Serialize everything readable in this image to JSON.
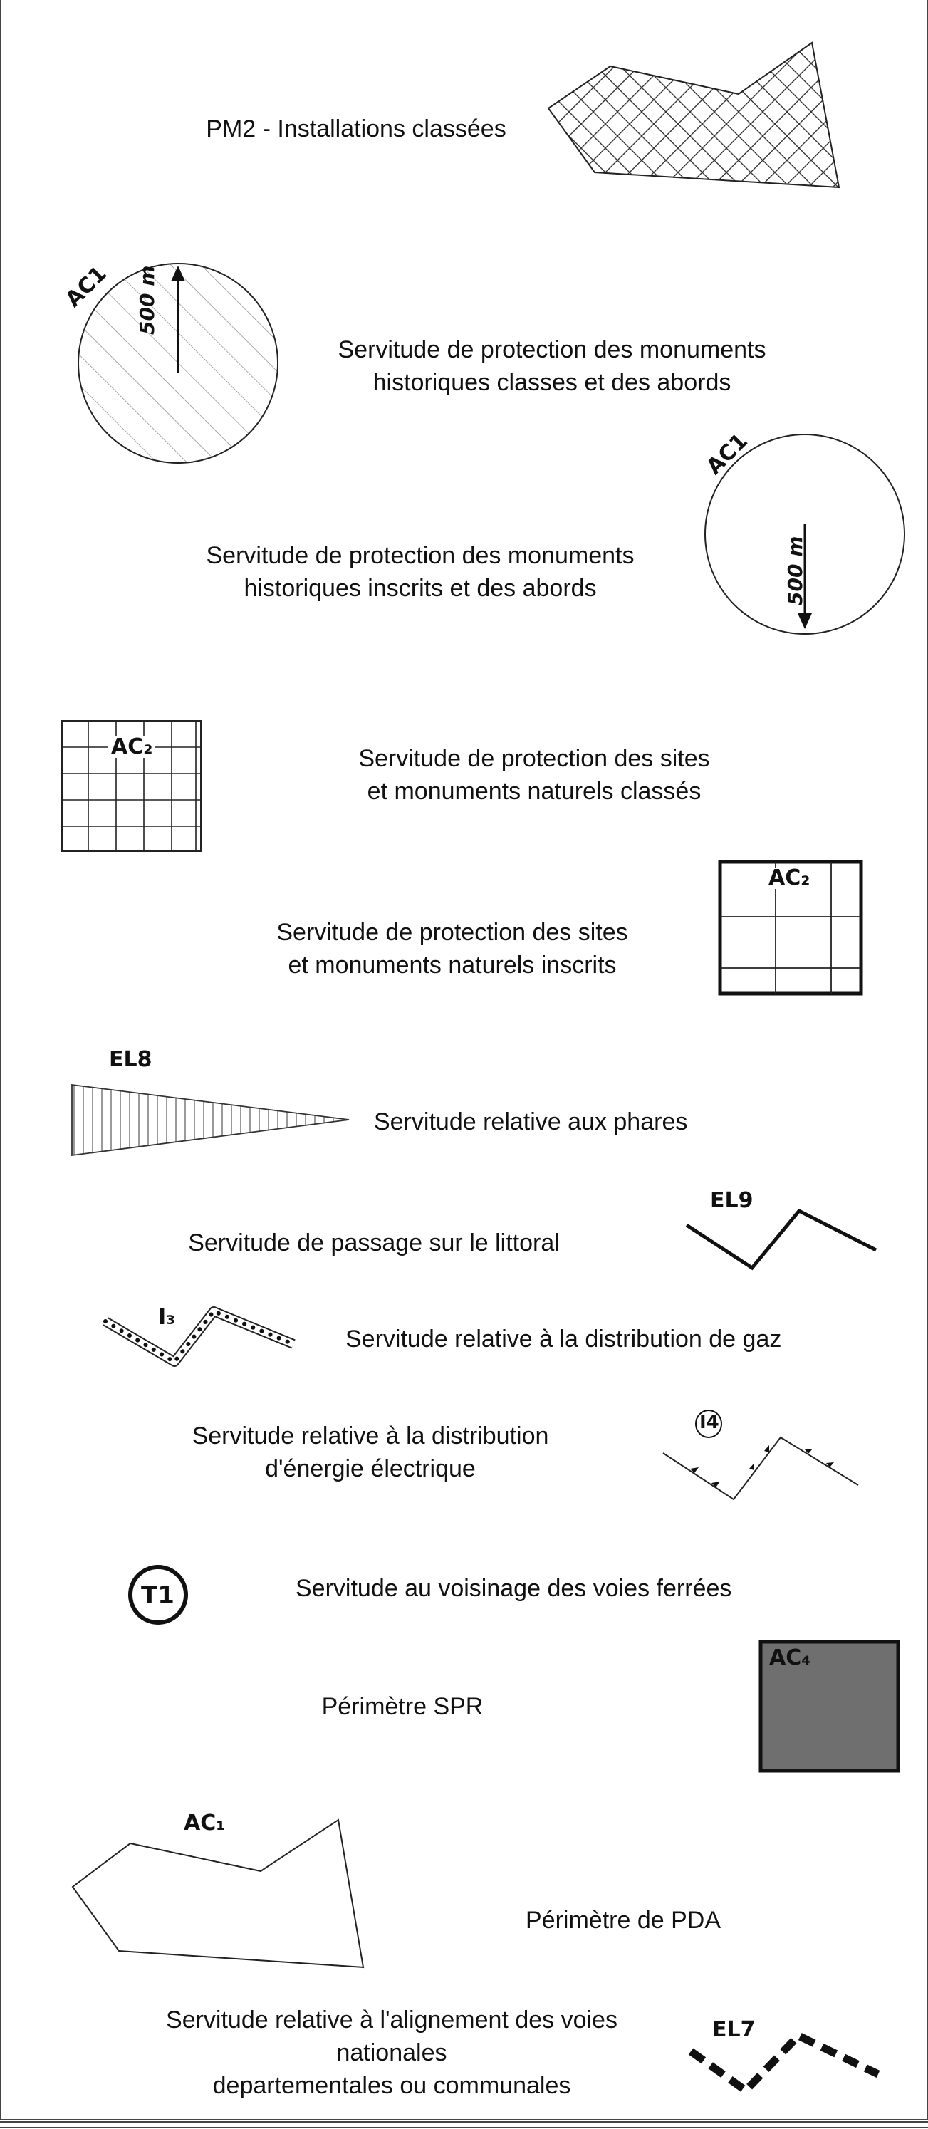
{
  "legend": {
    "rows": [
      {
        "id": "pm2",
        "label": "PM2 - Installations classées"
      },
      {
        "id": "ac1-classes",
        "code": "AC1",
        "radius": "500 m",
        "label": "Servitude de protection des monuments\nhistoriques classes et des abords"
      },
      {
        "id": "ac1-inscrits",
        "code": "AC1",
        "radius": "500 m",
        "label": "Servitude de protection des monuments\nhistoriques inscrits et des abords"
      },
      {
        "id": "ac2-classes",
        "code": "AC₂",
        "label": "Servitude de protection des sites\net monuments naturels classés"
      },
      {
        "id": "ac2-inscrits",
        "code": "AC₂",
        "label": "Servitude de protection des sites\net monuments naturels inscrits"
      },
      {
        "id": "el8",
        "code": "EL8",
        "label": "Servitude relative aux phares"
      },
      {
        "id": "el9",
        "code": "EL9",
        "label": "Servitude de passage sur le littoral"
      },
      {
        "id": "i3",
        "code": "I₃",
        "label": "Servitude relative à la distribution de gaz"
      },
      {
        "id": "i4",
        "code": "I4",
        "label": "Servitude relative à la distribution\nd'énergie électrique"
      },
      {
        "id": "t1",
        "code": "T1",
        "label": "Servitude au voisinage des voies ferrées"
      },
      {
        "id": "ac4",
        "code": "AC₄",
        "label": "Périmètre SPR",
        "fill_color": "#6f6f6f"
      },
      {
        "id": "pda",
        "code": "AC₁",
        "label": "Périmètre de PDA"
      },
      {
        "id": "el7",
        "code": "EL7",
        "label": "Servitude relative à l'alignement des voies\nnationales\ndepartementales ou communales"
      }
    ]
  }
}
